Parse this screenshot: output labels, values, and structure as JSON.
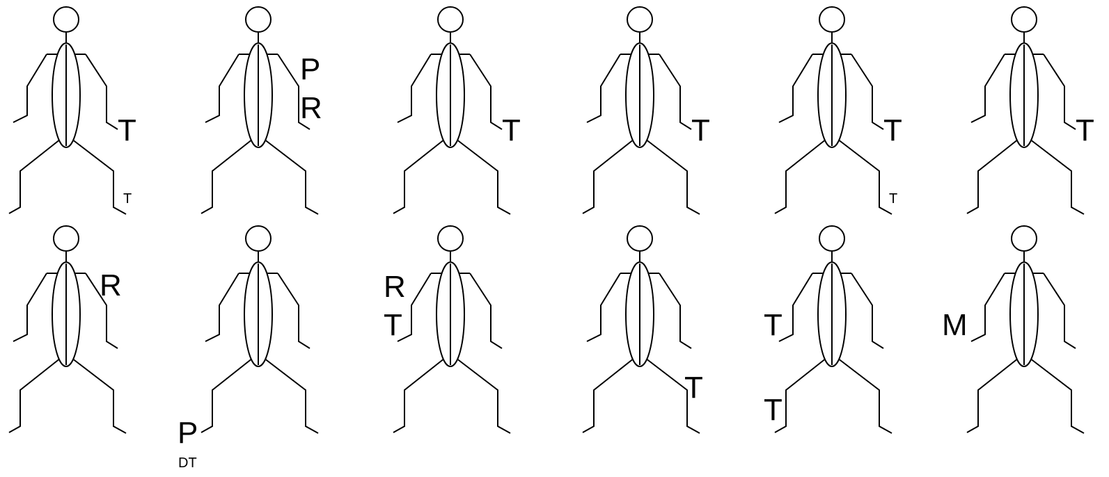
{
  "figures": [
    {
      "labels": [
        {
          "text": "T",
          "anchor": "right-hand",
          "size": "large"
        },
        {
          "text": "T",
          "anchor": "right-foot",
          "size": "small"
        }
      ]
    },
    {
      "labels": [
        {
          "text": "P",
          "anchor": "right-elbow",
          "size": "large"
        },
        {
          "text": "R",
          "anchor": "right-hand-above",
          "size": "large"
        }
      ]
    },
    {
      "labels": [
        {
          "text": "T",
          "anchor": "right-hand",
          "size": "large"
        }
      ]
    },
    {
      "labels": [
        {
          "text": "T",
          "anchor": "right-hand",
          "size": "large"
        }
      ]
    },
    {
      "labels": [
        {
          "text": "T",
          "anchor": "right-hand",
          "size": "large"
        },
        {
          "text": "T",
          "anchor": "right-foot",
          "size": "small"
        }
      ]
    },
    {
      "labels": [
        {
          "text": "T",
          "anchor": "right-hand",
          "size": "large"
        }
      ]
    },
    {
      "labels": [
        {
          "text": "R",
          "anchor": "right-shoulder",
          "size": "large"
        }
      ]
    },
    {
      "labels": [
        {
          "text": "P",
          "anchor": "left-foot",
          "size": "large"
        },
        {
          "text": "DT",
          "anchor": "left-foot-below",
          "size": "small"
        }
      ]
    },
    {
      "labels": [
        {
          "text": "R",
          "anchor": "left-elbow",
          "size": "large"
        },
        {
          "text": "T",
          "anchor": "left-hand",
          "size": "large"
        }
      ]
    },
    {
      "labels": [
        {
          "text": "T",
          "anchor": "right-knee",
          "size": "large"
        }
      ]
    },
    {
      "labels": [
        {
          "text": "T",
          "anchor": "left-hand",
          "size": "large"
        },
        {
          "text": "T",
          "anchor": "left-knee",
          "size": "large"
        }
      ]
    },
    {
      "labels": [
        {
          "text": "M",
          "anchor": "left-hand",
          "size": "large"
        }
      ]
    }
  ]
}
